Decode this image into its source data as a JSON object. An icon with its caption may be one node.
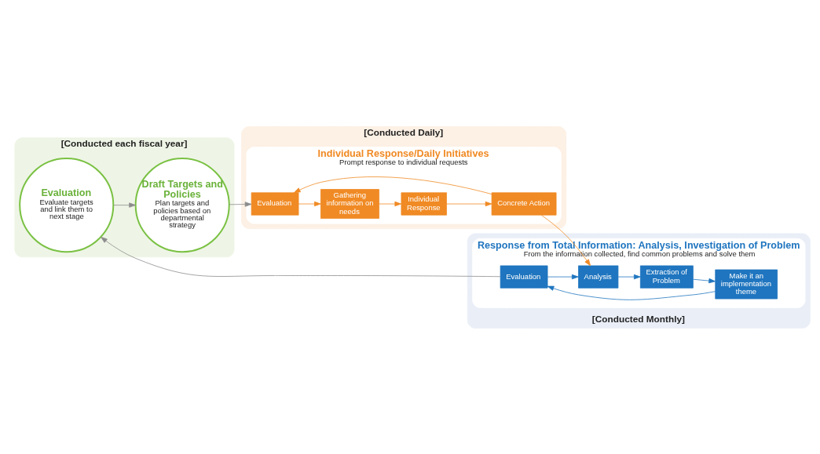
{
  "diagram": {
    "nodes": [
      {
        "text": [
          "[Conducted each fiscal year]"
        ]
      },
      {
        "text": [
          "Draft Targets and Policies",
          "Plan targets and policies based on departmental strategy"
        ],
        "in": 0
      },
      {
        "text": [
          "Evaluation",
          "Evaluate targets and link them to next stage"
        ],
        "in": 0
      },
      {
        "text": [
          "[Conducted Daily]"
        ]
      },
      {
        "text": [
          "Individual Response/Daily Initiatives",
          "Prompt response to individual requests"
        ],
        "in": 3
      },
      {
        "text": [
          "Evaluation"
        ],
        "in": 4
      },
      {
        "text": [
          "Gathering information on needs"
        ],
        "in": 4
      },
      {
        "text": [
          "Individual Response"
        ],
        "in": 4
      },
      {
        "text": [
          "Concrete Action"
        ],
        "in": 4
      },
      {
        "text": [
          "[Conducted Monthly]"
        ]
      },
      {
        "text": [
          "Response from Total Information: Analysis, Investigation of Problem",
          "From the information collected, find common problems and solve them"
        ],
        "in": 9
      },
      {
        "text": [
          "Evaluation"
        ],
        "in": 10
      },
      {
        "text": [
          "Analysis"
        ],
        "in": 10
      },
      {
        "text": [
          "Extraction of Problem"
        ],
        "in": 10
      },
      {
        "text": [
          "Make it an implementation theme"
        ],
        "in": 10
      }
    ],
    "edges": [
      {
        "from": 1,
        "to": 5,
        "arrow": "to",
        "color": "#8c8c8c"
      },
      {
        "from": 2,
        "to": 1,
        "arrow": "to",
        "color": "#8c8c8c"
      },
      {
        "from": 5,
        "to": 6,
        "arrow": "to",
        "color": "#f08a24"
      },
      {
        "from": 6,
        "to": 7,
        "arrow": "to",
        "color": "#f08a24"
      },
      {
        "from": 7,
        "to": 8,
        "arrow": "to",
        "color": "#f08a24"
      },
      {
        "from": 8,
        "to": 5,
        "arrow": "to",
        "color": "#f08a24"
      },
      {
        "from": 8,
        "to": 12,
        "arrow": "to",
        "color": "#f08a24"
      },
      {
        "from": 11,
        "to": 12,
        "arrow": "to",
        "color": "#1f75bf"
      },
      {
        "from": 12,
        "to": 13,
        "arrow": "to",
        "color": "#1f75bf"
      },
      {
        "from": 13,
        "to": 14,
        "arrow": "to",
        "color": "#1f75bf"
      },
      {
        "from": 14,
        "to": 11,
        "arrow": "to",
        "color": "#1f75bf"
      },
      {
        "from": 11,
        "to": 2,
        "arrow": "to",
        "color": "#8c8c8c"
      }
    ]
  }
}
